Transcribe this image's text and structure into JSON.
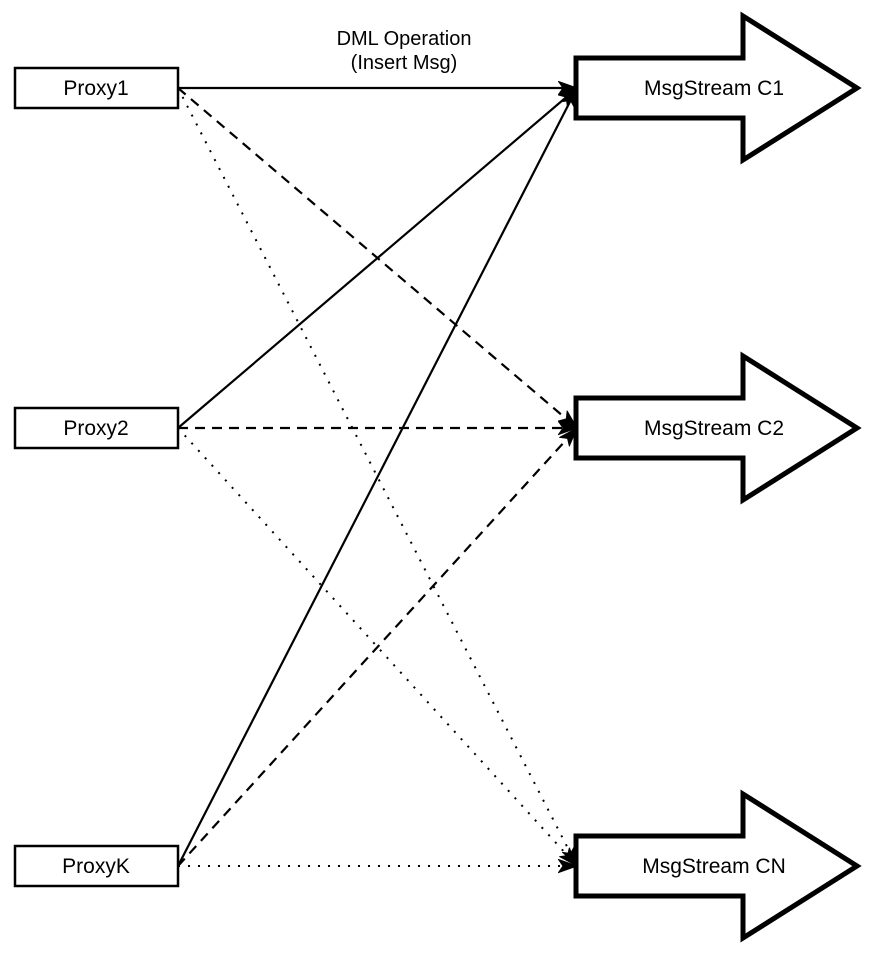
{
  "diagram": {
    "annotation": {
      "line1": "DML Operation",
      "line2": "(Insert Msg)"
    },
    "proxies": [
      {
        "id": "proxy1",
        "label": "Proxy1"
      },
      {
        "id": "proxy2",
        "label": "Proxy2"
      },
      {
        "id": "proxyk",
        "label": "ProxyK"
      }
    ],
    "streams": [
      {
        "id": "c1",
        "label": "MsgStream C1"
      },
      {
        "id": "c2",
        "label": "MsgStream C2"
      },
      {
        "id": "cn",
        "label": "MsgStream CN"
      }
    ],
    "edges": [
      {
        "from": "proxy1",
        "to": "c1",
        "style": "solid"
      },
      {
        "from": "proxy1",
        "to": "c2",
        "style": "dashed"
      },
      {
        "from": "proxy1",
        "to": "cn",
        "style": "dotted"
      },
      {
        "from": "proxy2",
        "to": "c1",
        "style": "solid"
      },
      {
        "from": "proxy2",
        "to": "c2",
        "style": "dashed"
      },
      {
        "from": "proxy2",
        "to": "cn",
        "style": "dotted"
      },
      {
        "from": "proxyk",
        "to": "c1",
        "style": "solid"
      },
      {
        "from": "proxyk",
        "to": "c2",
        "style": "dashed"
      },
      {
        "from": "proxyk",
        "to": "cn",
        "style": "dotted"
      }
    ],
    "colors": {
      "stroke": "#000000",
      "fill": "#ffffff",
      "background": "#ffffff"
    }
  }
}
